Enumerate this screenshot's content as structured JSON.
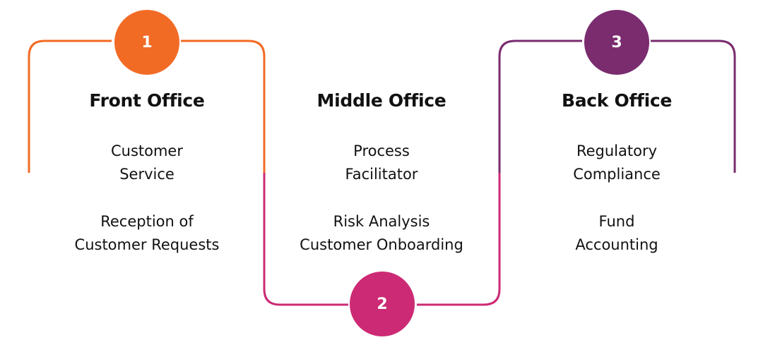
{
  "colors": {
    "orange": "#F26B25",
    "magenta": "#CC2A74",
    "purple": "#7A2C6F"
  },
  "steps": [
    {
      "number": "1",
      "title": "Front Office",
      "items": [
        [
          "Customer",
          "Service"
        ],
        [
          "Reception of",
          "Customer Requests"
        ]
      ]
    },
    {
      "number": "2",
      "title": "Middle Office",
      "items": [
        [
          "Process",
          "Facilitator"
        ],
        [
          "Risk Analysis",
          "Customer Onboarding"
        ]
      ]
    },
    {
      "number": "3",
      "title": "Back Office",
      "items": [
        [
          "Regulatory",
          "Compliance"
        ],
        [
          "Fund",
          "Accounting"
        ]
      ]
    }
  ]
}
